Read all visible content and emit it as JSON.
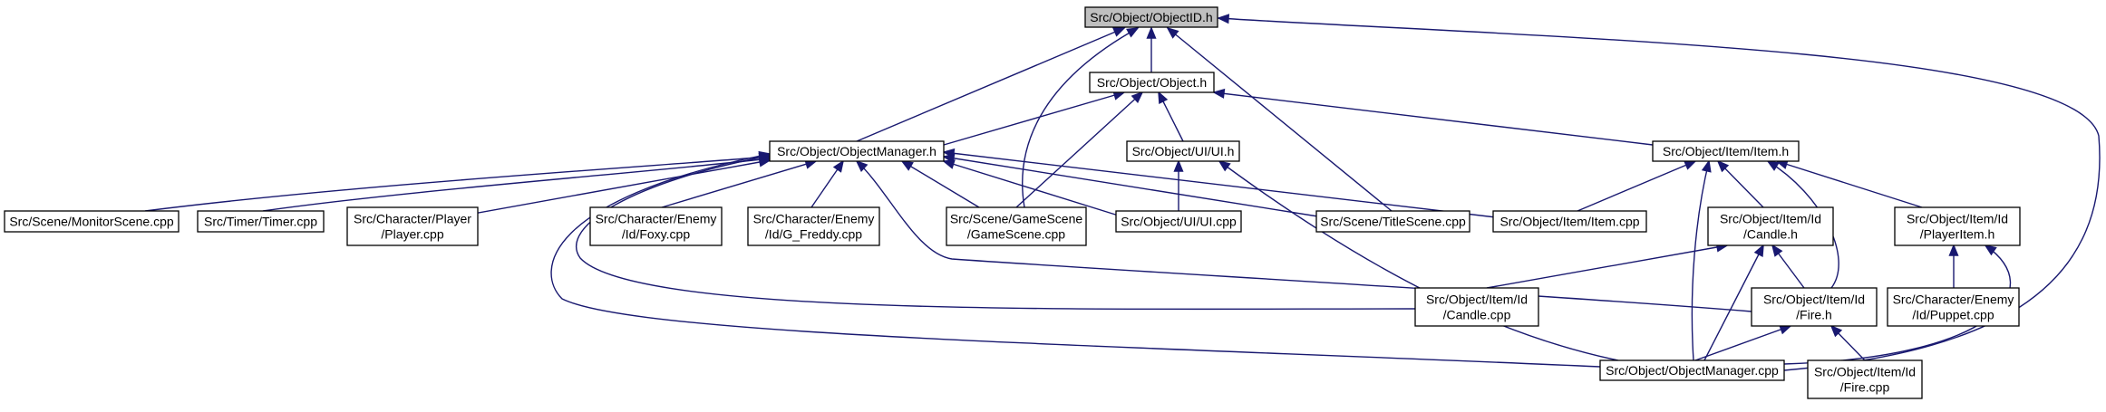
{
  "graph": {
    "nodes": [
      {
        "id": "objectid_h",
        "lines": [
          "Src/Object/ObjectID.h"
        ],
        "root": true
      },
      {
        "id": "object_h",
        "lines": [
          "Src/Object/Object.h"
        ]
      },
      {
        "id": "objectmanager_h",
        "lines": [
          "Src/Object/ObjectManager.h"
        ]
      },
      {
        "id": "ui_h",
        "lines": [
          "Src/Object/UI/UI.h"
        ]
      },
      {
        "id": "item_h",
        "lines": [
          "Src/Object/Item/Item.h"
        ]
      },
      {
        "id": "monitorscene_cpp",
        "lines": [
          "Src/Scene/MonitorScene.cpp"
        ]
      },
      {
        "id": "timer_cpp",
        "lines": [
          "Src/Timer/Timer.cpp"
        ]
      },
      {
        "id": "player_cpp",
        "lines": [
          "Src/Character/Player",
          "/Player.cpp"
        ]
      },
      {
        "id": "foxy_cpp",
        "lines": [
          "Src/Character/Enemy",
          "/Id/Foxy.cpp"
        ]
      },
      {
        "id": "gfreddy_cpp",
        "lines": [
          "Src/Character/Enemy",
          "/Id/G_Freddy.cpp"
        ]
      },
      {
        "id": "gamescene_cpp",
        "lines": [
          "Src/Scene/GameScene",
          "/GameScene.cpp"
        ]
      },
      {
        "id": "ui_cpp",
        "lines": [
          "Src/Object/UI/UI.cpp"
        ]
      },
      {
        "id": "titlescene_cpp",
        "lines": [
          "Src/Scene/TitleScene.cpp"
        ]
      },
      {
        "id": "item_cpp",
        "lines": [
          "Src/Object/Item/Item.cpp"
        ]
      },
      {
        "id": "candle_h",
        "lines": [
          "Src/Object/Item/Id",
          "/Candle.h"
        ]
      },
      {
        "id": "playeritem_h",
        "lines": [
          "Src/Object/Item/Id",
          "/PlayerItem.h"
        ]
      },
      {
        "id": "candle_cpp",
        "lines": [
          "Src/Object/Item/Id",
          "/Candle.cpp"
        ]
      },
      {
        "id": "fire_h",
        "lines": [
          "Src/Object/Item/Id",
          "/Fire.h"
        ]
      },
      {
        "id": "puppet_cpp",
        "lines": [
          "Src/Character/Enemy",
          "/Id/Puppet.cpp"
        ]
      },
      {
        "id": "objectmanager_cpp",
        "lines": [
          "Src/Object/ObjectManager.cpp"
        ]
      },
      {
        "id": "fire_cpp",
        "lines": [
          "Src/Object/Item/Id",
          "/Fire.cpp"
        ]
      }
    ],
    "edges": [
      {
        "from": "object_h",
        "to": "objectid_h"
      },
      {
        "from": "objectmanager_h",
        "to": "objectid_h"
      },
      {
        "from": "gamescene_cpp",
        "to": "objectid_h"
      },
      {
        "from": "titlescene_cpp",
        "to": "objectid_h"
      },
      {
        "from": "objectmanager_cpp",
        "to": "objectid_h"
      },
      {
        "from": "objectmanager_h",
        "to": "object_h"
      },
      {
        "from": "ui_h",
        "to": "object_h"
      },
      {
        "from": "item_h",
        "to": "object_h"
      },
      {
        "from": "gamescene_cpp",
        "to": "object_h"
      },
      {
        "from": "monitorscene_cpp",
        "to": "objectmanager_h"
      },
      {
        "from": "timer_cpp",
        "to": "objectmanager_h"
      },
      {
        "from": "player_cpp",
        "to": "objectmanager_h"
      },
      {
        "from": "foxy_cpp",
        "to": "objectmanager_h"
      },
      {
        "from": "gfreddy_cpp",
        "to": "objectmanager_h"
      },
      {
        "from": "gamescene_cpp",
        "to": "objectmanager_h"
      },
      {
        "from": "ui_cpp",
        "to": "objectmanager_h"
      },
      {
        "from": "titlescene_cpp",
        "to": "objectmanager_h"
      },
      {
        "from": "item_cpp",
        "to": "objectmanager_h"
      },
      {
        "from": "candle_cpp",
        "to": "objectmanager_h"
      },
      {
        "from": "fire_h",
        "to": "objectmanager_h"
      },
      {
        "from": "objectmanager_cpp",
        "to": "objectmanager_h"
      },
      {
        "from": "ui_cpp",
        "to": "ui_h"
      },
      {
        "from": "objectmanager_cpp",
        "to": "ui_h"
      },
      {
        "from": "item_cpp",
        "to": "item_h"
      },
      {
        "from": "candle_h",
        "to": "item_h"
      },
      {
        "from": "playeritem_h",
        "to": "item_h"
      },
      {
        "from": "fire_h",
        "to": "item_h"
      },
      {
        "from": "objectmanager_cpp",
        "to": "item_h"
      },
      {
        "from": "candle_cpp",
        "to": "candle_h"
      },
      {
        "from": "fire_h",
        "to": "candle_h"
      },
      {
        "from": "objectmanager_cpp",
        "to": "candle_h"
      },
      {
        "from": "puppet_cpp",
        "to": "playeritem_h"
      },
      {
        "from": "objectmanager_cpp",
        "to": "playeritem_h"
      },
      {
        "from": "objectmanager_cpp",
        "to": "fire_h"
      },
      {
        "from": "fire_cpp",
        "to": "fire_h"
      }
    ]
  }
}
